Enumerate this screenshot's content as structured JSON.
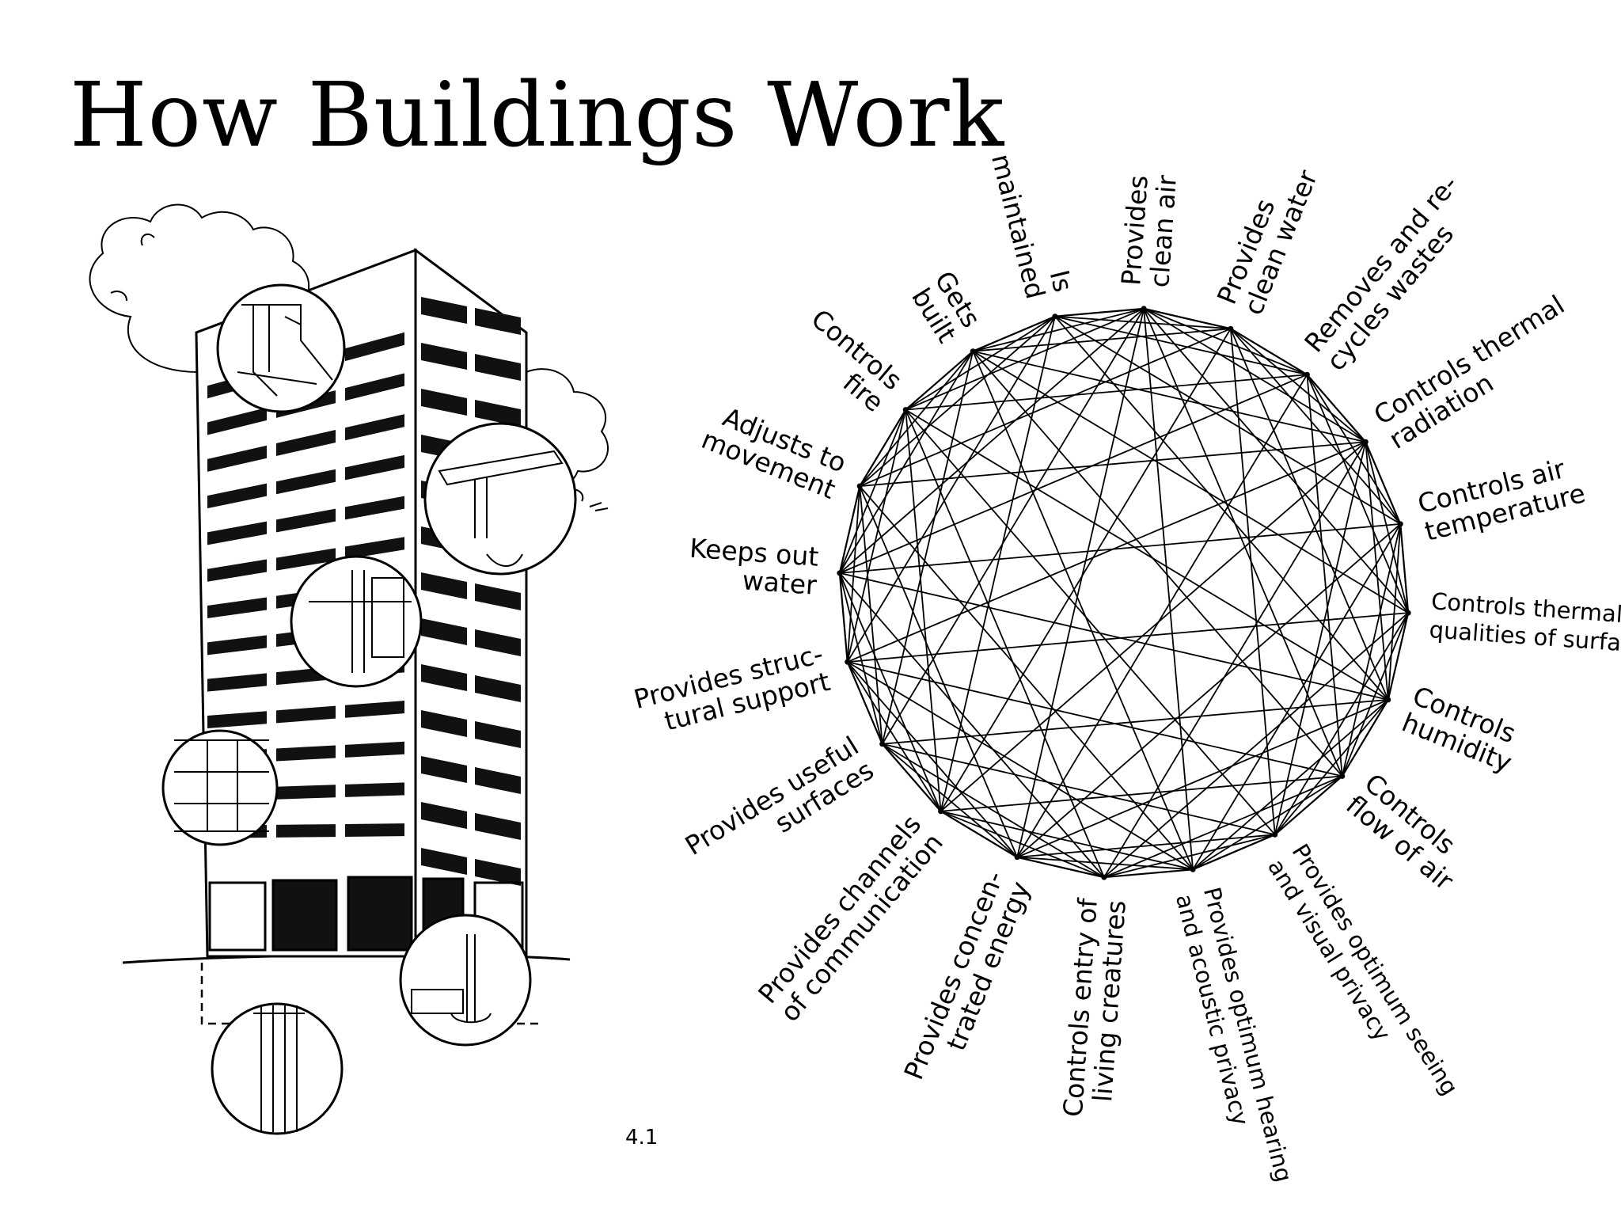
{
  "title": "How Buildings Work",
  "page_number": "4.1",
  "network": {
    "functions": [
      {
        "lines": [
          "Provides",
          "clean air"
        ]
      },
      {
        "lines": [
          "Provides",
          "clean water"
        ]
      },
      {
        "lines": [
          "Removes and re-",
          "cycles wastes"
        ]
      },
      {
        "lines": [
          "Controls thermal",
          "radiation"
        ]
      },
      {
        "lines": [
          "Controls air",
          "temperature"
        ]
      },
      {
        "lines": [
          "Controls thermal",
          "qualities of surfaces"
        ]
      },
      {
        "lines": [
          "Controls",
          "humidity"
        ]
      },
      {
        "lines": [
          "Controls",
          "flow of air"
        ]
      },
      {
        "lines": [
          "Provides optimum seeing",
          "and visual privacy"
        ]
      },
      {
        "lines": [
          "Provides optimum hearing",
          "and acoustic privacy"
        ]
      },
      {
        "lines": [
          "Controls entry of",
          "living creatures"
        ]
      },
      {
        "lines": [
          "Provides concen-",
          "trated energy"
        ]
      },
      {
        "lines": [
          "Provides channels",
          "of communication"
        ]
      },
      {
        "lines": [
          "Provides useful",
          "surfaces"
        ]
      },
      {
        "lines": [
          "Provides struc-",
          "tural support"
        ]
      },
      {
        "lines": [
          "Keeps out",
          "water"
        ]
      },
      {
        "lines": [
          "Adjusts to",
          "movement"
        ]
      },
      {
        "lines": [
          "Controls",
          "fire"
        ]
      },
      {
        "lines": [
          "Gets",
          "built"
        ]
      },
      {
        "lines": [
          "Is",
          "maintained"
        ]
      }
    ]
  }
}
